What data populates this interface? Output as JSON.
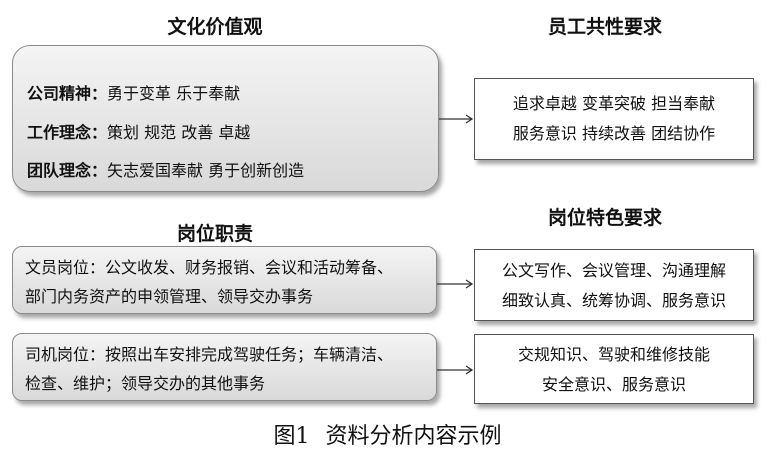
{
  "culture": {
    "heading": "文化价值观",
    "rows": [
      {
        "label": "公司精神：",
        "text": "勇于变革 乐于奉献"
      },
      {
        "label": "工作理念：",
        "text": "策划 规范 改善 卓越"
      },
      {
        "label": "团队理念：",
        "text": "矢志爱国奉献  勇于创新创造"
      }
    ]
  },
  "common": {
    "heading": "员工共性要求",
    "lines": [
      "追求卓越 变革突破 担当奉献",
      "服务意识 持续改善 团结协作"
    ]
  },
  "duties": {
    "heading": "岗位职责",
    "clerk": [
      "文员岗位：公文收发、财务报销、会议和活动筹备、",
      "部门内务资产的申领管理、领导交办事务"
    ],
    "driver": [
      "司机岗位：按照出车安排完成驾驶任务；车辆清洁、",
      "检查、维护；领导交办的其他事务"
    ]
  },
  "special": {
    "heading": "岗位特色要求",
    "clerk": [
      "公文写作、会议管理、沟通理解",
      "细致认真、统筹协调、服务意识"
    ],
    "driver": [
      "交规知识、驾驶和维修技能",
      "安全意识、服务意识"
    ]
  },
  "caption": {
    "number": "图1",
    "text": "资料分析内容示例"
  }
}
